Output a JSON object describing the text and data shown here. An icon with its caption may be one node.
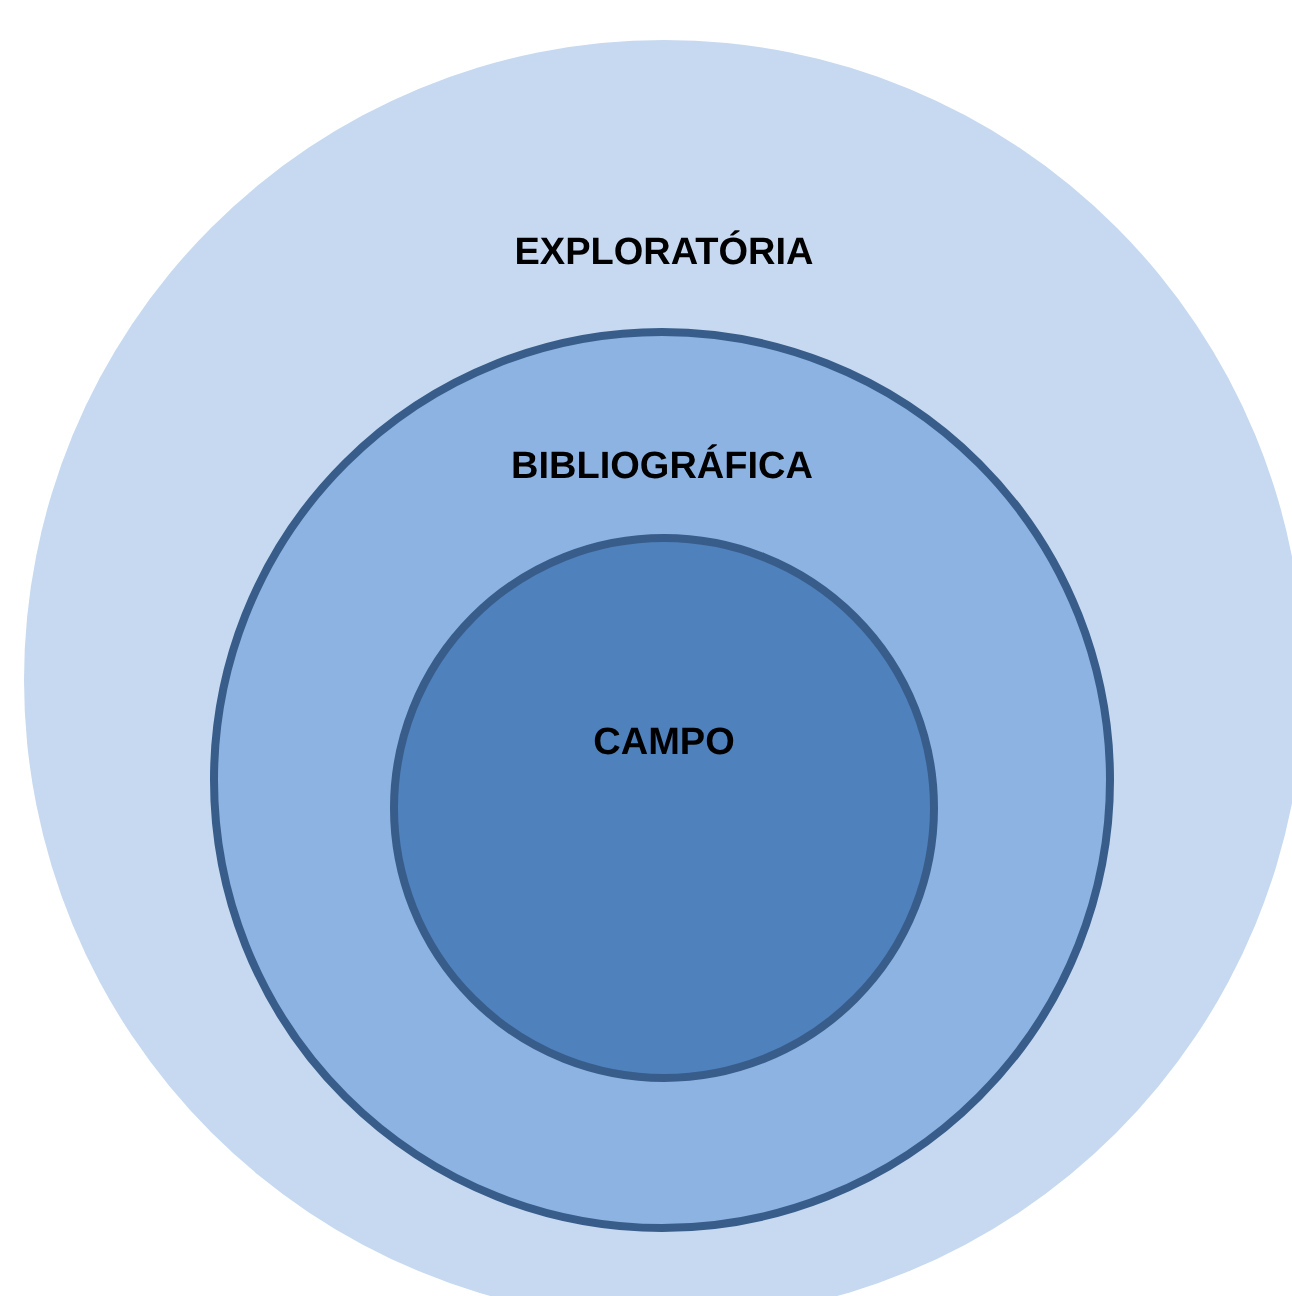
{
  "diagram": {
    "nodes": [
      {
        "text": [
          "EXPLORATÓRIA"
        ]
      },
      {
        "text": [
          "BIBLIOGRÁFICA"
        ],
        "in": 0
      },
      {
        "text": [
          "CAMPO"
        ],
        "in": 1
      }
    ]
  }
}
